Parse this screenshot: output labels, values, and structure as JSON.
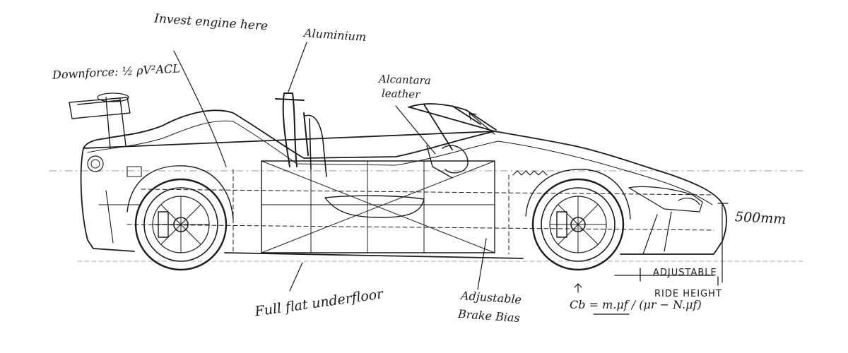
{
  "annotations": {
    "engine": "Invest engine here",
    "aluminium": "Aluminium",
    "downforce": "Downforce: ½ ρV²ACL",
    "alcantara_line1": "Alcantara",
    "alcantara_line2": "leather",
    "size": "500mm",
    "underfloor": "Full flat underfloor",
    "brake_line1": "Adjustable",
    "brake_line2": "Brake Bias",
    "ride_line1": "ADJUSTABLE",
    "ride_line2": "RIDE HEIGHT",
    "formula": "Cb = m.μf / (μr − N.μf)"
  },
  "colors": {
    "ink": "#1b1b1b",
    "paper": "#ffffff"
  }
}
